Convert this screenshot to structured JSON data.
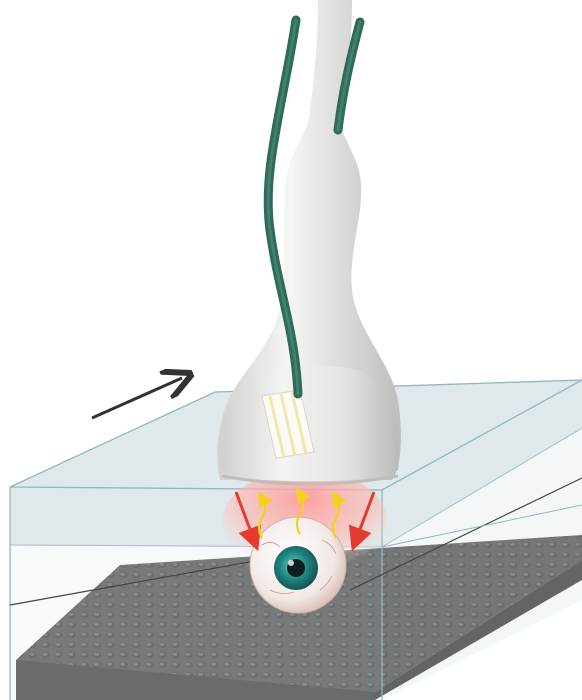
{
  "figure": {
    "components": [
      "probe-head",
      "cable-left",
      "cable-right",
      "probe-window",
      "transparent-box",
      "textured-base-plate",
      "eyeball",
      "direction-arrow",
      "incident-arrows",
      "emitted-arrows"
    ],
    "colors": {
      "background": "#ffffff",
      "probe_body": "#e6e6e4",
      "probe_shadow": "#bdbdbb",
      "cable_green": "#2f6b5a",
      "box_edge": "#8fb7bf",
      "box_top_fill": "#d9e4e7",
      "plate_dark": "#3a3a3a",
      "iris": "#1f7f7a",
      "incident_arrow": "#e63a2e",
      "emitted_arrow": "#f2d21a",
      "direction_arrow": "#333333"
    }
  }
}
